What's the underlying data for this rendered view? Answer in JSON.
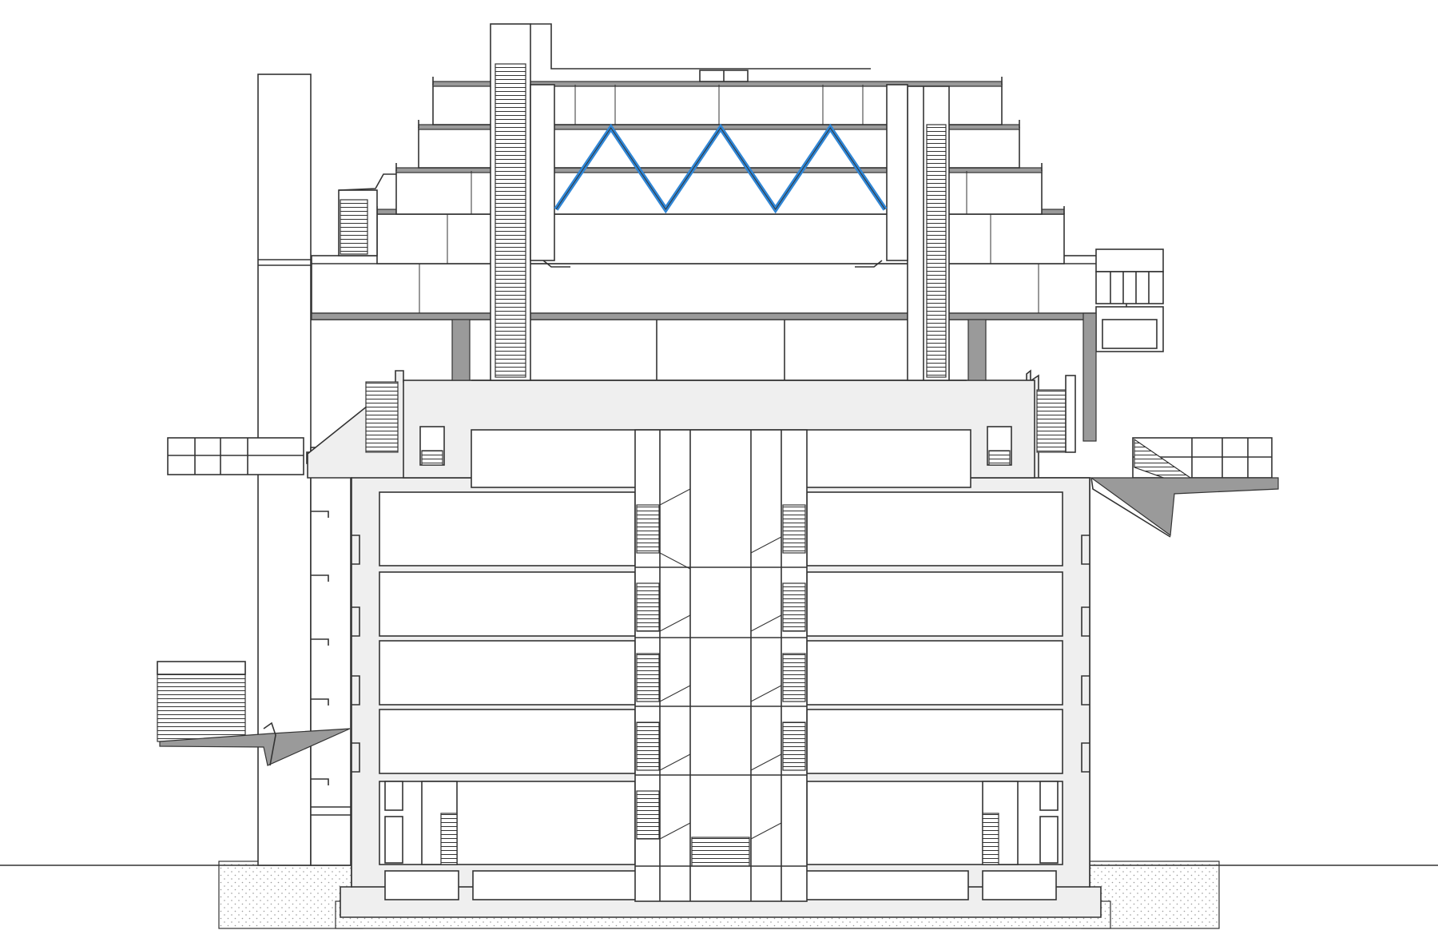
{
  "drawing": {
    "type": "building-section",
    "colors": {
      "line": "#333333",
      "concrete": "#efefef",
      "slab": "#9a9a9a",
      "truss": "#2f86d6",
      "ground_dots": "#9a9a9a",
      "background": "#ffffff"
    },
    "podium": {
      "levels": 5,
      "basement_levels": 1
    },
    "upper": {
      "floors": 5,
      "terraced": true
    },
    "truss": {
      "panels": 6,
      "color_name": "blue"
    },
    "text": []
  }
}
